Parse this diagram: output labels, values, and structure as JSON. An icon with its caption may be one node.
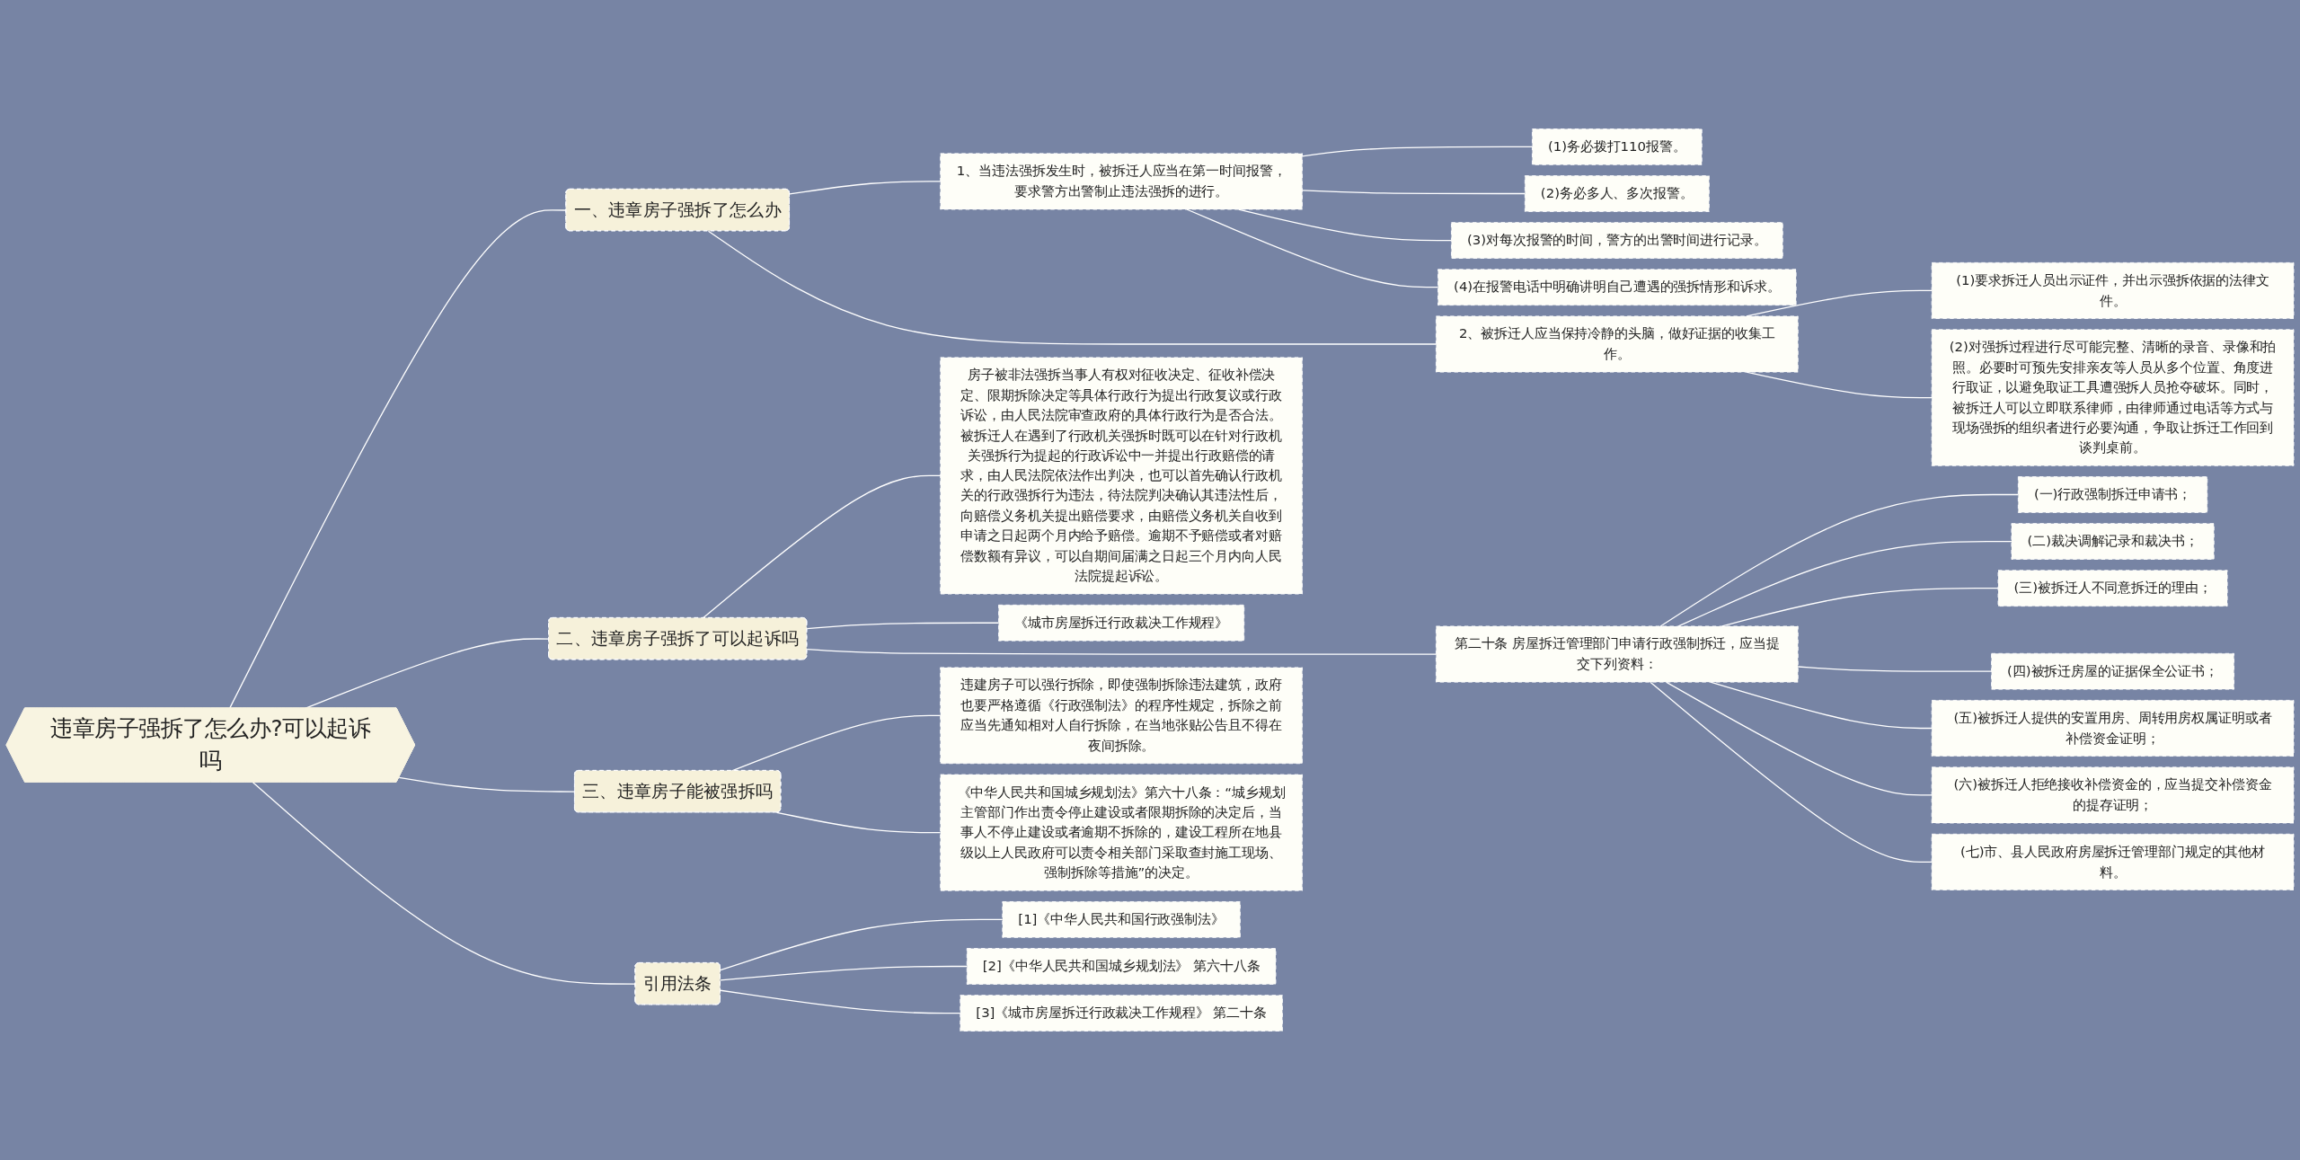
{
  "diagram": {
    "nodes": [
      {
        "text": [
          "违章房子强拆了怎么办?可以起诉吗"
        ]
      },
      {
        "text": [
          "一、违章房子强拆了怎么办"
        ]
      },
      {
        "text": [
          "1、当违法强拆发生时，被拆迁人应当在第一时间报警，要求警方出警制止违法强拆的进行。"
        ]
      },
      {
        "text": [
          "(1)务必拨打110报警。"
        ]
      },
      {
        "text": [
          "(2)务必多人、多次报警。"
        ]
      },
      {
        "text": [
          "(3)对每次报警的时间，警方的出警时间进行记录。"
        ]
      },
      {
        "text": [
          "(4)在报警电话中明确讲明自己遭遇的强拆情形和诉求。"
        ]
      },
      {
        "text": [
          "2、被拆迁人应当保持冷静的头脑，做好证据的收集工作。"
        ]
      },
      {
        "text": [
          "(1)要求拆迁人员出示证件，并出示强拆依据的法律文件。"
        ]
      },
      {
        "text": [
          "(2)对强拆过程进行尽可能完整、清晰的录音、录像和拍照。必要时可预先安排亲友等人员从多个位置、角度进行取证，以避免取证工具遭强拆人员抢夺破坏。同时，被拆迁人可以立即联系律师，由律师通过电话等方式与现场强拆的组织者进行必要沟通，争取让拆迁工作回到谈判桌前。"
        ]
      },
      {
        "text": [
          "二、违章房子强拆了可以起诉吗"
        ]
      },
      {
        "text": [
          "房子被非法强拆当事人有权对征收决定、征收补偿决定、限期拆除决定等具体行政行为提出行政复议或行政诉讼，由人民法院审查政府的具体行政行为是否合法。被拆迁人在遇到了行政机关强拆时既可以在针对行政机关强拆行为提起的行政诉讼中一并提出行政赔偿的请求，由人民法院依法作出判决，也可以首先确认行政机关的行政强拆行为违法，待法院判决确认其违法性后，向赔偿义务机关提出赔偿要求，由赔偿义务机关自收到申请之日起两个月内给予赔偿。逾期不予赔偿或者对赔偿数额有异议，可以自期间届满之日起三个月内向人民法院提起诉讼。"
        ]
      },
      {
        "text": [
          "《城市房屋拆迁行政裁决工作规程》"
        ]
      },
      {
        "text": [
          "第二十条 房屋拆迁管理部门申请行政强制拆迁，应当提交下列资料："
        ]
      },
      {
        "text": [
          "(一)行政强制拆迁申请书；"
        ]
      },
      {
        "text": [
          "(二)裁决调解记录和裁决书；"
        ]
      },
      {
        "text": [
          "(三)被拆迁人不同意拆迁的理由；"
        ]
      },
      {
        "text": [
          "(四)被拆迁房屋的证据保全公证书；"
        ]
      },
      {
        "text": [
          "(五)被拆迁人提供的安置用房、周转用房权属证明或者补偿资金证明；"
        ]
      },
      {
        "text": [
          "(六)被拆迁人拒绝接收补偿资金的，应当提交补偿资金的提存证明；"
        ]
      },
      {
        "text": [
          "(七)市、县人民政府房屋拆迁管理部门规定的其他材料。"
        ]
      },
      {
        "text": [
          "三、违章房子能被强拆吗"
        ]
      },
      {
        "text": [
          "违建房子可以强行拆除，即使强制拆除违法建筑，政府也要严格遵循《行政强制法》的程序性规定，拆除之前应当先通知相对人自行拆除，在当地张贴公告且不得在夜间拆除。"
        ]
      },
      {
        "text": [
          "《中华人民共和国城乡规划法》第六十八条：“城乡规划主管部门作出责令停止建设或者限期拆除的决定后，当事人不停止建设或者逾期不拆除的，建设工程所在地县级以上人民政府可以责令相关部门采取查封施工现场、强制拆除等措施”的决定。"
        ]
      },
      {
        "text": [
          "引用法条"
        ]
      },
      {
        "text": [
          "[1]《中华人民共和国行政强制法》"
        ]
      },
      {
        "text": [
          "[2]《中华人民共和国城乡规划法》 第六十八条"
        ]
      },
      {
        "text": [
          "[3]《城市房屋拆迁行政裁决工作规程》 第二十条"
        ]
      }
    ],
    "edges": [
      {
        "from": 0,
        "to": 1,
        "arrow": "none"
      },
      {
        "from": 1,
        "to": 2,
        "arrow": "none"
      },
      {
        "from": 2,
        "to": 3,
        "arrow": "none"
      },
      {
        "from": 2,
        "to": 4,
        "arrow": "none"
      },
      {
        "from": 2,
        "to": 5,
        "arrow": "none"
      },
      {
        "from": 2,
        "to": 6,
        "arrow": "none"
      },
      {
        "from": 1,
        "to": 7,
        "arrow": "none"
      },
      {
        "from": 7,
        "to": 8,
        "arrow": "none"
      },
      {
        "from": 7,
        "to": 9,
        "arrow": "none"
      },
      {
        "from": 0,
        "to": 10,
        "arrow": "none"
      },
      {
        "from": 10,
        "to": 11,
        "arrow": "none"
      },
      {
        "from": 10,
        "to": 12,
        "arrow": "none"
      },
      {
        "from": 10,
        "to": 13,
        "arrow": "none"
      },
      {
        "from": 13,
        "to": 14,
        "arrow": "none"
      },
      {
        "from": 13,
        "to": 15,
        "arrow": "none"
      },
      {
        "from": 13,
        "to": 16,
        "arrow": "none"
      },
      {
        "from": 13,
        "to": 17,
        "arrow": "none"
      },
      {
        "from": 13,
        "to": 18,
        "arrow": "none"
      },
      {
        "from": 13,
        "to": 19,
        "arrow": "none"
      },
      {
        "from": 13,
        "to": 20,
        "arrow": "none"
      },
      {
        "from": 0,
        "to": 21,
        "arrow": "none"
      },
      {
        "from": 21,
        "to": 22,
        "arrow": "none"
      },
      {
        "from": 21,
        "to": 23,
        "arrow": "none"
      },
      {
        "from": 0,
        "to": 24,
        "arrow": "none"
      },
      {
        "from": 24,
        "to": 25,
        "arrow": "none"
      },
      {
        "from": 24,
        "to": 26,
        "arrow": "none"
      },
      {
        "from": 24,
        "to": 27,
        "arrow": "none"
      }
    ]
  }
}
